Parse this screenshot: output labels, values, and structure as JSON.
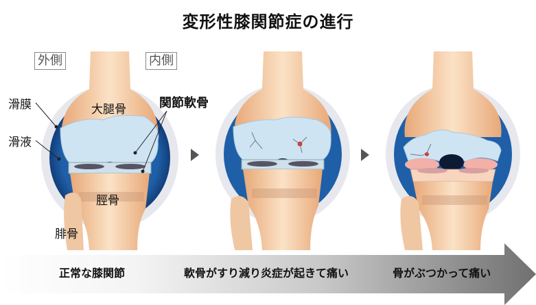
{
  "title": "変形性膝関節症の進行",
  "orientation": {
    "lateral": "外側",
    "medial": "内側"
  },
  "anatomy_labels": {
    "synovium": "滑膜",
    "synovial_fluid": "滑液",
    "femur": "大腿骨",
    "articular_cartilage": "関節軟骨",
    "tibia": "脛骨",
    "fibula": "腓骨"
  },
  "stages": [
    {
      "label": "正常な膝関節",
      "state": "normal"
    },
    {
      "label": "軟骨がすり減り炎症が起きて痛い",
      "state": "cartilage-worn"
    },
    {
      "label": "骨がぶつかって痛い",
      "state": "bone-on-bone"
    }
  ],
  "colors": {
    "bone": "#f2c9a0",
    "bone_shade": "#e8b080",
    "cartilage": "#cfe4f2",
    "synovial_fluid": "#1f5fa8",
    "synovium": "#e6e8ee",
    "inflammation": "#c8453a",
    "exposed_bone": "#f2b0a8",
    "arrow_start": "#ffffff",
    "arrow_end": "#7a7a7a",
    "stage_marker": "#555555"
  }
}
